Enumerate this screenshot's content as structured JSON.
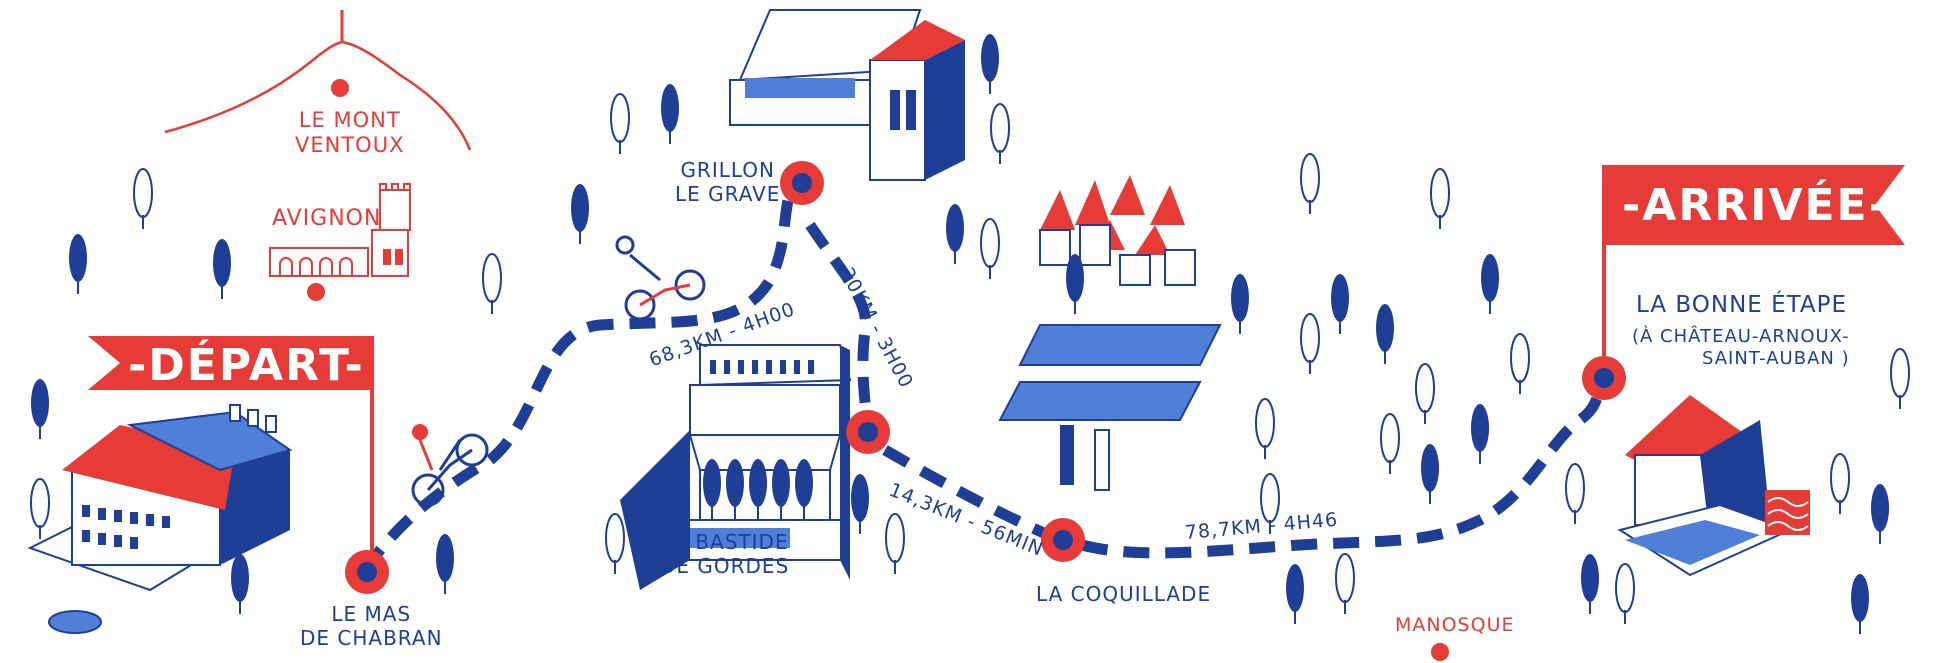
{
  "places": {
    "ventoux": "LE MONT\nVENTOUX",
    "avignon": "AVIGNON",
    "mas_chabran": "LE MAS\nDE CHABRAN",
    "grillon": "GRILLON\nLE GRAVE",
    "bastide": "LA BASTIDE\nDE GORDES",
    "coquillade": "LA COQUILLADE",
    "manosque": "MANOSQUE",
    "bonne_etape": "LA BONNE ÉTAPE",
    "bonne_etape_sub": "(À CHÂTEAU-ARNOUX-\nSAINT-AUBAN )"
  },
  "flags": {
    "depart": "-DÉPART-",
    "arrivee": "-ARRIVÉE-"
  },
  "segments": {
    "s1": "68,3KM - 4H00",
    "s2": "30KM - 3H00",
    "s3": "14,3KM - 56MIN",
    "s4": "78,7KM - 4H46"
  },
  "colors": {
    "red": "#e63b36",
    "blue": "#1f3f96",
    "light_blue": "#4f7fd6"
  }
}
